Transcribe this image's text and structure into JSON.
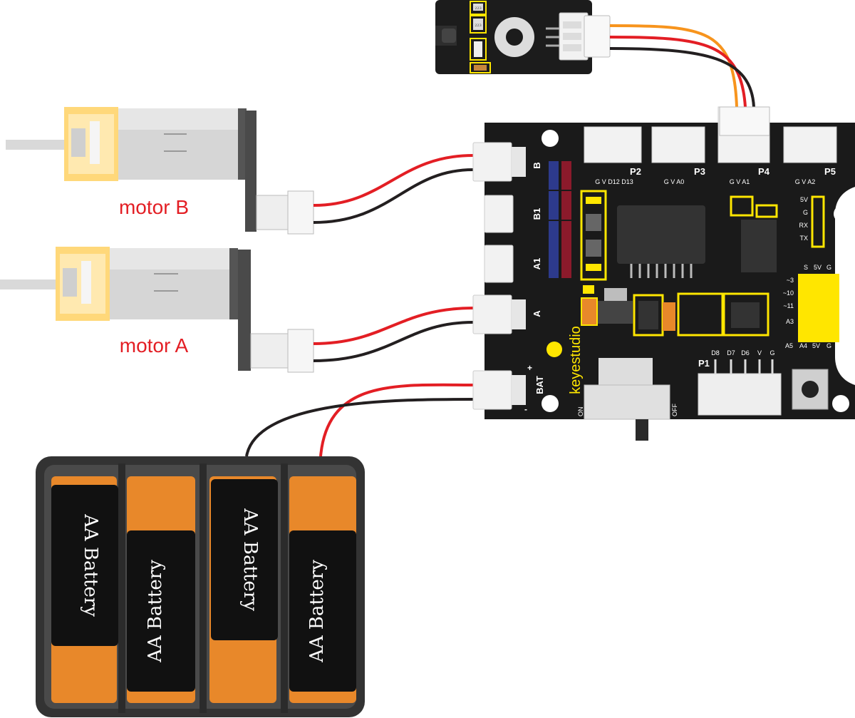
{
  "motor_labels": {
    "motor_b": "motor B",
    "motor_a": "motor A"
  },
  "board": {
    "brand": "keyestudio",
    "left_ports": [
      "B",
      "B1",
      "A1",
      "A",
      "BAT"
    ],
    "bat_plus": "+",
    "bat_minus": "-",
    "top_ports": [
      {
        "name": "P2",
        "pins": "G  V  D12 D13"
      },
      {
        "name": "P3",
        "pins": "G  V  A0"
      },
      {
        "name": "P4",
        "pins": "G  V  A1"
      },
      {
        "name": "P5",
        "pins": "G  V  A2"
      }
    ],
    "serial_pins": [
      "5V",
      "G",
      "RX",
      "TX"
    ],
    "grid_top_labels": [
      "S",
      "5V",
      "G"
    ],
    "grid_left_labels": [
      "~3",
      "~10",
      "~11",
      "A3"
    ],
    "grid_bottom_labels": [
      "A5",
      "A4",
      "5V",
      "G"
    ],
    "p1_name": "P1",
    "p1_pins": [
      "D8",
      "D7",
      "D6",
      "V",
      "G"
    ],
    "switch_on": "ON",
    "switch_off": "OFF"
  },
  "sensor": {
    "smd_codes": [
      "223",
      "223"
    ]
  },
  "battery_box": {
    "cell_label": "AA Battery"
  },
  "colors": {
    "wire_red": "#e31e24",
    "wire_black": "#231f20",
    "wire_orange": "#f7941d",
    "board_black": "#1a1a1a",
    "silk_yellow": "#ffe600",
    "motor_gear": "#ffd87a",
    "label_red": "#e31e24",
    "battery_orange": "#e8882a"
  }
}
